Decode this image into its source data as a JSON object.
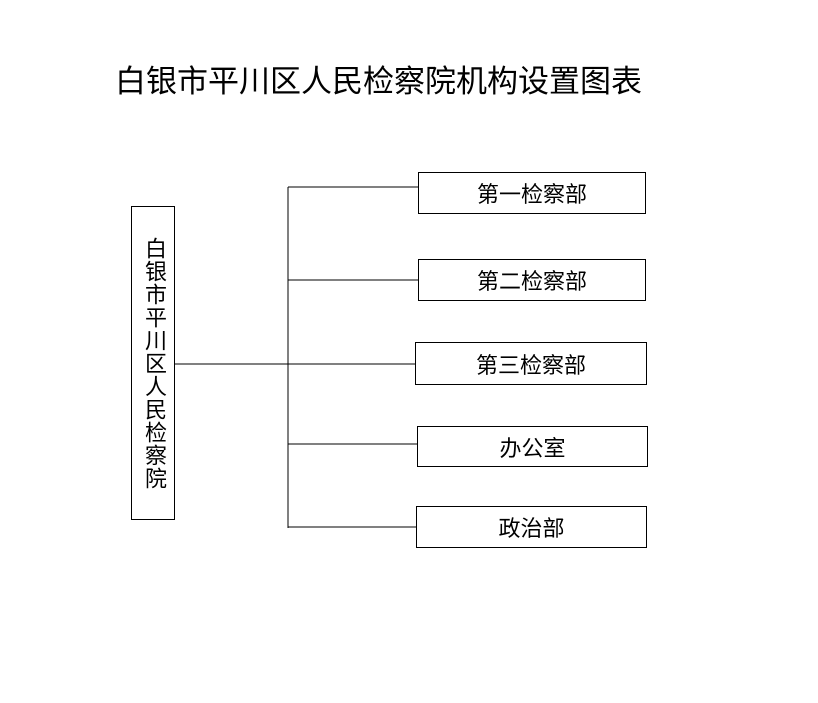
{
  "title": "白银市平川区人民检察院机构设置图表",
  "root": {
    "label": "白银市平川区人民检察院"
  },
  "departments": [
    {
      "label": "第一检察部"
    },
    {
      "label": "第二检察部"
    },
    {
      "label": "第三检察部"
    },
    {
      "label": "办公室"
    },
    {
      "label": "政治部"
    }
  ],
  "colors": {
    "line": "#000000",
    "background": "#ffffff"
  }
}
